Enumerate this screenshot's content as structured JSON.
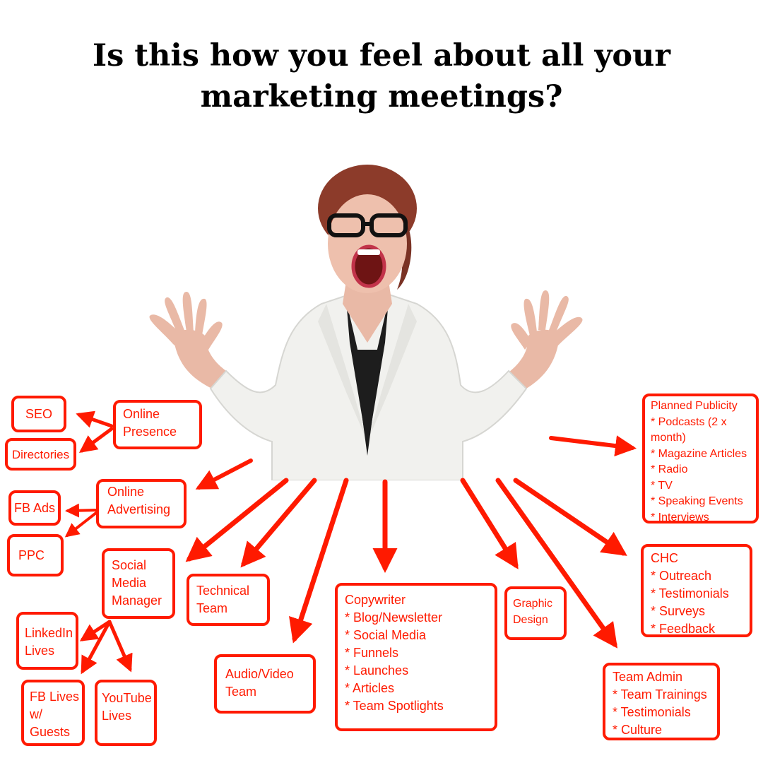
{
  "title": {
    "line1": "Is this how you feel about all your",
    "line2": "marketing meetings?"
  },
  "colors": {
    "accent": "#ff1a00",
    "text": "#000000",
    "background": "#ffffff"
  },
  "boxes": {
    "seo": {
      "lines": [
        "SEO"
      ]
    },
    "online_presence": {
      "lines": [
        "Online",
        "Presence"
      ]
    },
    "directories": {
      "lines": [
        "Directories"
      ]
    },
    "online_advertising": {
      "lines": [
        "Online",
        "Advertising"
      ]
    },
    "fb_ads": {
      "lines": [
        "FB Ads"
      ]
    },
    "ppc": {
      "lines": [
        "PPC"
      ]
    },
    "social_media_manager": {
      "lines": [
        "Social",
        "Media",
        "Manager"
      ]
    },
    "linkedin_lives": {
      "lines": [
        "LinkedIn",
        "Lives"
      ]
    },
    "fb_lives": {
      "lines": [
        "FB Lives",
        "w/",
        "Guests"
      ]
    },
    "youtube_lives": {
      "lines": [
        "YouTube",
        "Lives"
      ]
    },
    "technical_team": {
      "lines": [
        "Technical",
        "Team"
      ]
    },
    "audio_video_team": {
      "lines": [
        "Audio/Video",
        "Team"
      ]
    },
    "copywriter": {
      "lines": [
        "Copywriter",
        "* Blog/Newsletter",
        "* Social Media",
        "* Funnels",
        "* Launches",
        "* Articles",
        "* Team Spotlights"
      ]
    },
    "graphic_design": {
      "lines": [
        "Graphic",
        "Design"
      ]
    },
    "planned_publicity": {
      "lines": [
        "Planned Publicity",
        "* Podcasts (2 x",
        "month)",
        "* Magazine Articles",
        "* Radio",
        "* TV",
        "* Speaking Events",
        "* Interviews"
      ]
    },
    "chc": {
      "lines": [
        "CHC",
        "* Outreach",
        "* Testimonials",
        "* Surveys",
        "* Feedback"
      ]
    },
    "team_admin": {
      "lines": [
        "Team Admin",
        "* Team Trainings",
        "* Testimonials",
        "* Culture"
      ]
    }
  }
}
